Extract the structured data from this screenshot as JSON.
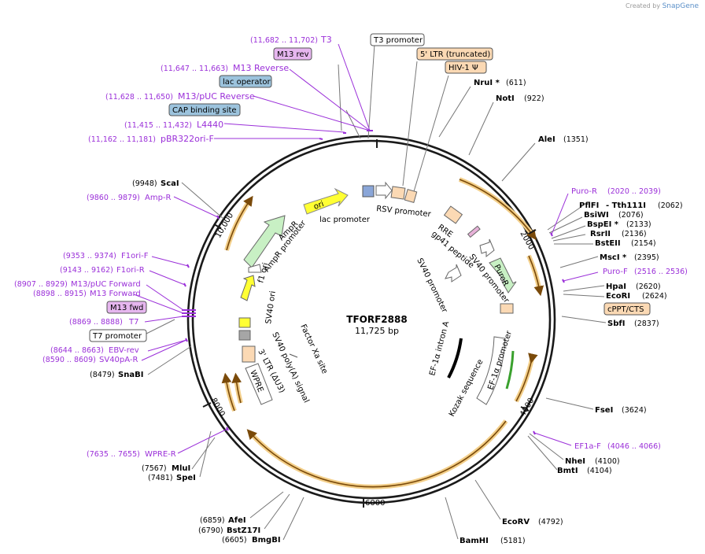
{
  "credit": "Created by",
  "brand": "SnapGene",
  "plasmid": {
    "name": "TFORF2888",
    "length": "11,725 bp",
    "total": 11725
  },
  "ticks": [
    "2000",
    "4000",
    "6000",
    "8000",
    "10,000"
  ],
  "colors": {
    "enzyme": "#000000",
    "primer": "#9b30d9",
    "feature_line": "#555555"
  },
  "labels": {
    "t3_range": "(11,682 .. 11,702)",
    "t3": "T3",
    "t3_promoter": "T3 promoter",
    "m13rev": "M13 rev",
    "ltr5": "5' LTR (truncated)",
    "m13reverse_range": "(11,647 .. 11,663)",
    "m13reverse": "M13 Reverse",
    "hiv": "HIV-1 Ψ",
    "nrui": "NruI *",
    "nrui_pos": "(611)",
    "lac_operator": "lac operator",
    "m13puc_rev_range": "(11,628 .. 11,650)",
    "m13puc_rev": "M13/pUC Reverse",
    "noti": "NotI",
    "noti_pos": "(922)",
    "cap": "CAP binding site",
    "l4440_range": "(11,415 .. 11,432)",
    "l4440": "L4440",
    "pbr_range": "(11,162 .. 11,181)",
    "pbr": "pBR322ori-F",
    "alei": "AleI",
    "alei_pos": "(1351)",
    "scai_pos": "(9948)",
    "scai": "ScaI",
    "ampr_range": "(9860 .. 9879)",
    "ampr_primer": "Amp-R",
    "puror_primer": "Puro-R",
    "puror_range": "(2020 .. 2039)",
    "pflfi": "PflFI",
    "tth": "- Tth111I",
    "tth_pos": "(2062)",
    "bsiwi": "BsiWI",
    "bsiwi_pos": "(2076)",
    "bspei": "BspEI *",
    "bspei_pos": "(2133)",
    "rsrii": "RsrII",
    "rsrii_pos": "(2136)",
    "bsteii": "BstEII",
    "bsteii_pos": "(2154)",
    "f1orif_range": "(9353 .. 9374)",
    "f1orif": "F1ori-F",
    "msci": "MscI *",
    "msci_pos": "(2395)",
    "f1orir_range": "(9143 .. 9162)",
    "f1orir": "F1ori-R",
    "purof": "Puro-F",
    "purof_range": "(2516 .. 2536)",
    "m13puc_fwd_range": "(8907 .. 8929)",
    "m13puc_fwd": "M13/pUC Forward",
    "hpai": "HpaI",
    "hpai_pos": "(2620)",
    "m13fwd_range": "(8898 .. 8915)",
    "m13fwd_label": "M13 Forward",
    "ecori": "EcoRI",
    "ecori_pos": "(2624)",
    "m13fwd_box": "M13 fwd",
    "cppt": "cPPT/CTS",
    "t7_range": "(8869 .. 8888)",
    "t7": "T7",
    "sbfi": "SbfI",
    "sbfi_pos": "(2837)",
    "t7_promoter": "T7 promoter",
    "ebv_range": "(8644 .. 8663)",
    "ebv": "EBV-rev",
    "sv40pa_range": "(8590 .. 8609)",
    "sv40pa": "SV40pA-R",
    "snabi_pos": "(8479)",
    "snabi": "SnaBI",
    "fsei": "FseI",
    "fsei_pos": "(3624)",
    "ef1af": "EF1a-F",
    "ef1af_range": "(4046 .. 4066)",
    "nhei": "NheI",
    "nhei_pos": "(4100)",
    "bmti": "BmtI",
    "bmti_pos": "(4104)",
    "wprer_range": "(7635 .. 7655)",
    "wprer": "WPRE-R",
    "mlui_pos": "(7567)",
    "mlui": "MluI",
    "spei_pos": "(7481)",
    "spei": "SpeI",
    "ecorv": "EcoRV",
    "ecorv_pos": "(4792)",
    "afei_pos": "(6859)",
    "afei": "AfeI",
    "bstz_pos": "(6790)",
    "bstz": "BstZ17I",
    "bmgbi_pos": "(6605)",
    "bmgbi": "BmgBI",
    "bamhi": "BamHI",
    "bamhi_pos": "(5181)"
  },
  "features": {
    "ori": "ori",
    "lac_promoter": "lac promoter",
    "rsv": "RSV promoter",
    "ampr": "AmpR",
    "ampr_promoter": "AmpR promoter",
    "rre": "RRE",
    "gp41": "gp41 peptide",
    "sv40_promoter_a": "SV40 promoter",
    "puror": "PuroR",
    "f1ori": "f1 ori",
    "sv40ori": "SV40 ori",
    "sv40_promoter_b": "SV40 promoter",
    "sv40polya": "SV40 poly(A) signal",
    "factor_xa": "Factor Xa site",
    "ltr3": "3' LTR (ΔU3)",
    "wpre": "WPRE",
    "ef1a_intron": "EF-1α intron A",
    "ef1a_promoter": "EF-1α promoter",
    "kozak": "Kozak sequence"
  }
}
